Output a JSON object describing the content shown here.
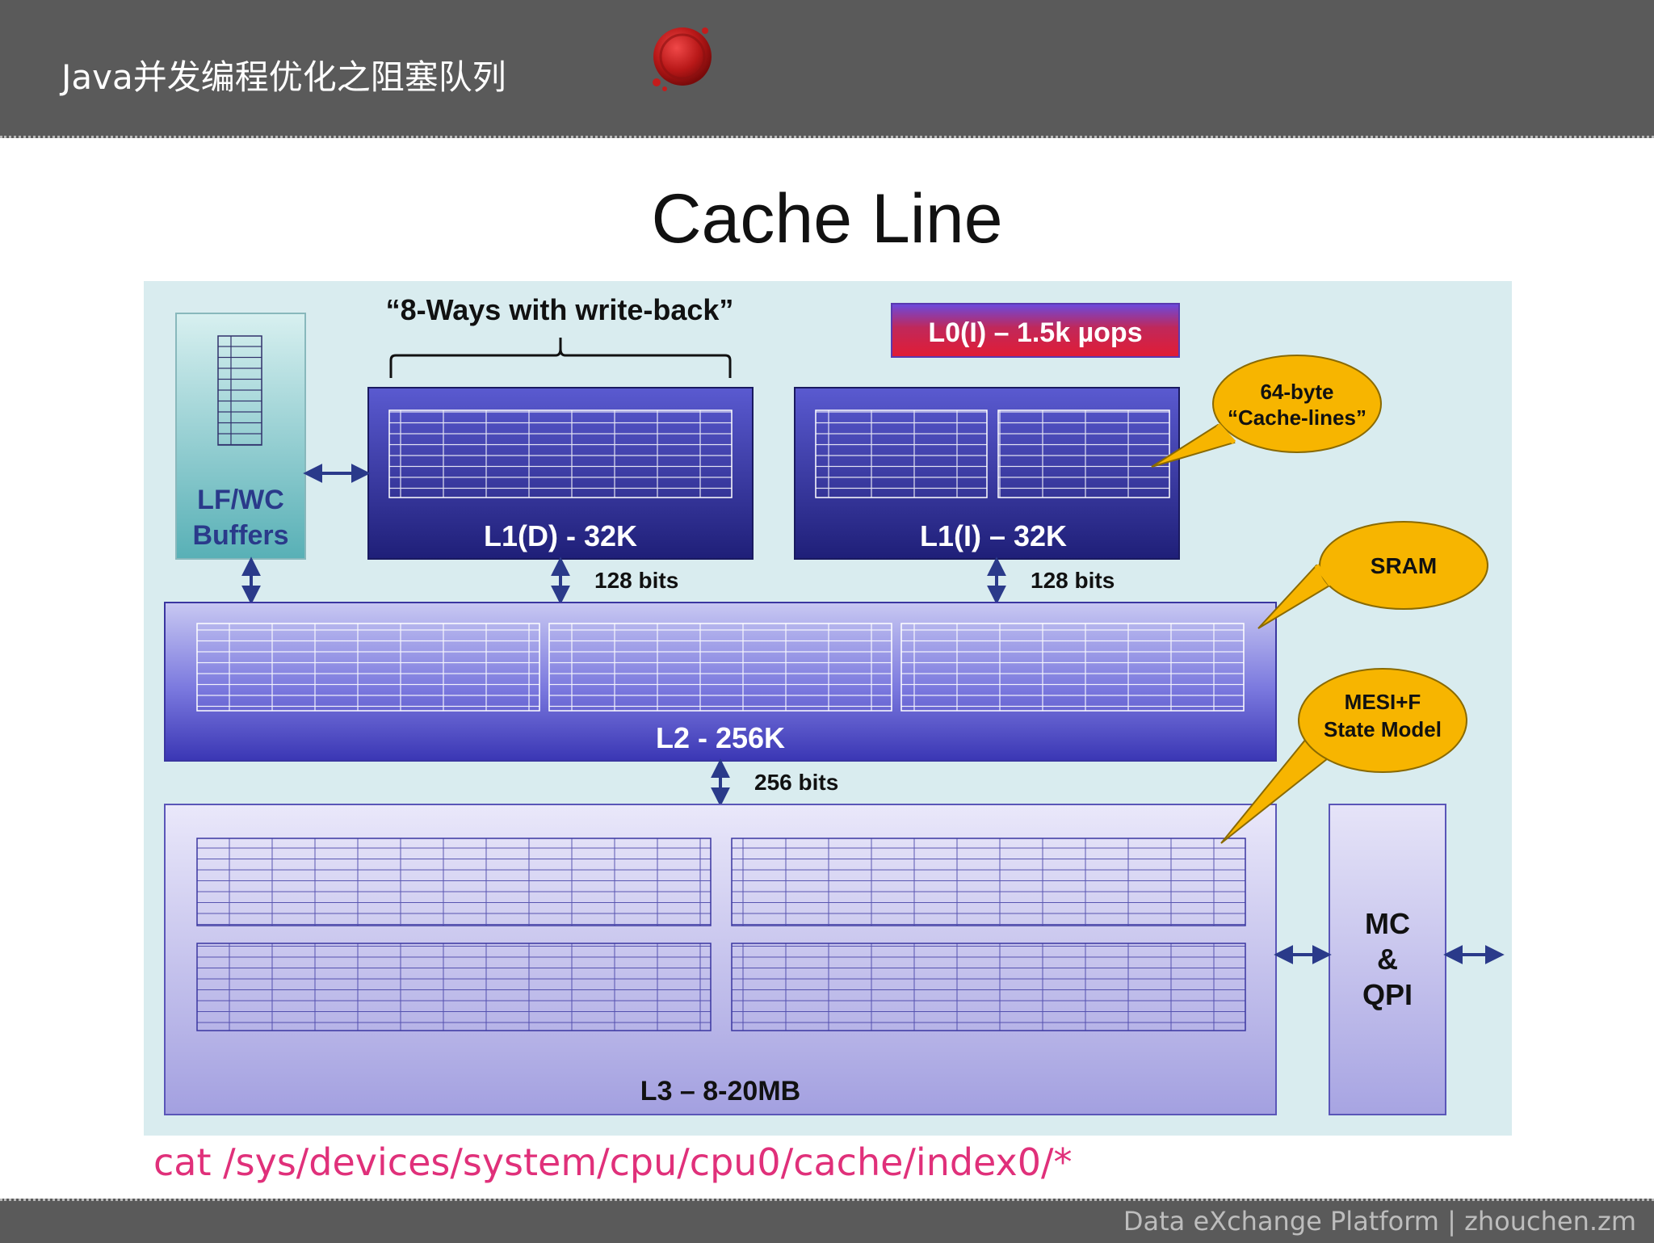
{
  "header": {
    "title": "Java并发编程优化之阻塞队列"
  },
  "slide": {
    "title": "Cache Line"
  },
  "diagram": {
    "ways_label": "“8-Ways with write-back”",
    "l0_label": "L0(I) – 1.5k µops",
    "lfwc_line1": "LF/WC",
    "lfwc_line2": "Buffers",
    "l1d_label": "L1(D) - 32K",
    "l1i_label": "L1(I) – 32K",
    "l1d_bus": "128 bits",
    "l1i_bus": "128 bits",
    "l2_label": "L2 - 256K",
    "l2_bus": "256 bits",
    "l3_label": "L3 – 8-20MB",
    "mc_line1": "MC",
    "mc_line2": "&",
    "mc_line3": "QPI",
    "callout_cacheline_1": "64-byte",
    "callout_cacheline_2": "“Cache-lines”",
    "callout_sram": "SRAM",
    "callout_mesi_1": "MESI+F",
    "callout_mesi_2": "State Model",
    "colors": {
      "background": "#d9ecef",
      "l1_blue": "#2a2a8c",
      "l0_red": "#d8203c",
      "callout": "#f7b500",
      "arrow": "#2a3a8a"
    }
  },
  "command": "cat /sys/devices/system/cpu/cpu0/cache/index0/*",
  "footer": {
    "text": "Data eXchange Platform | zhouchen.zm"
  }
}
